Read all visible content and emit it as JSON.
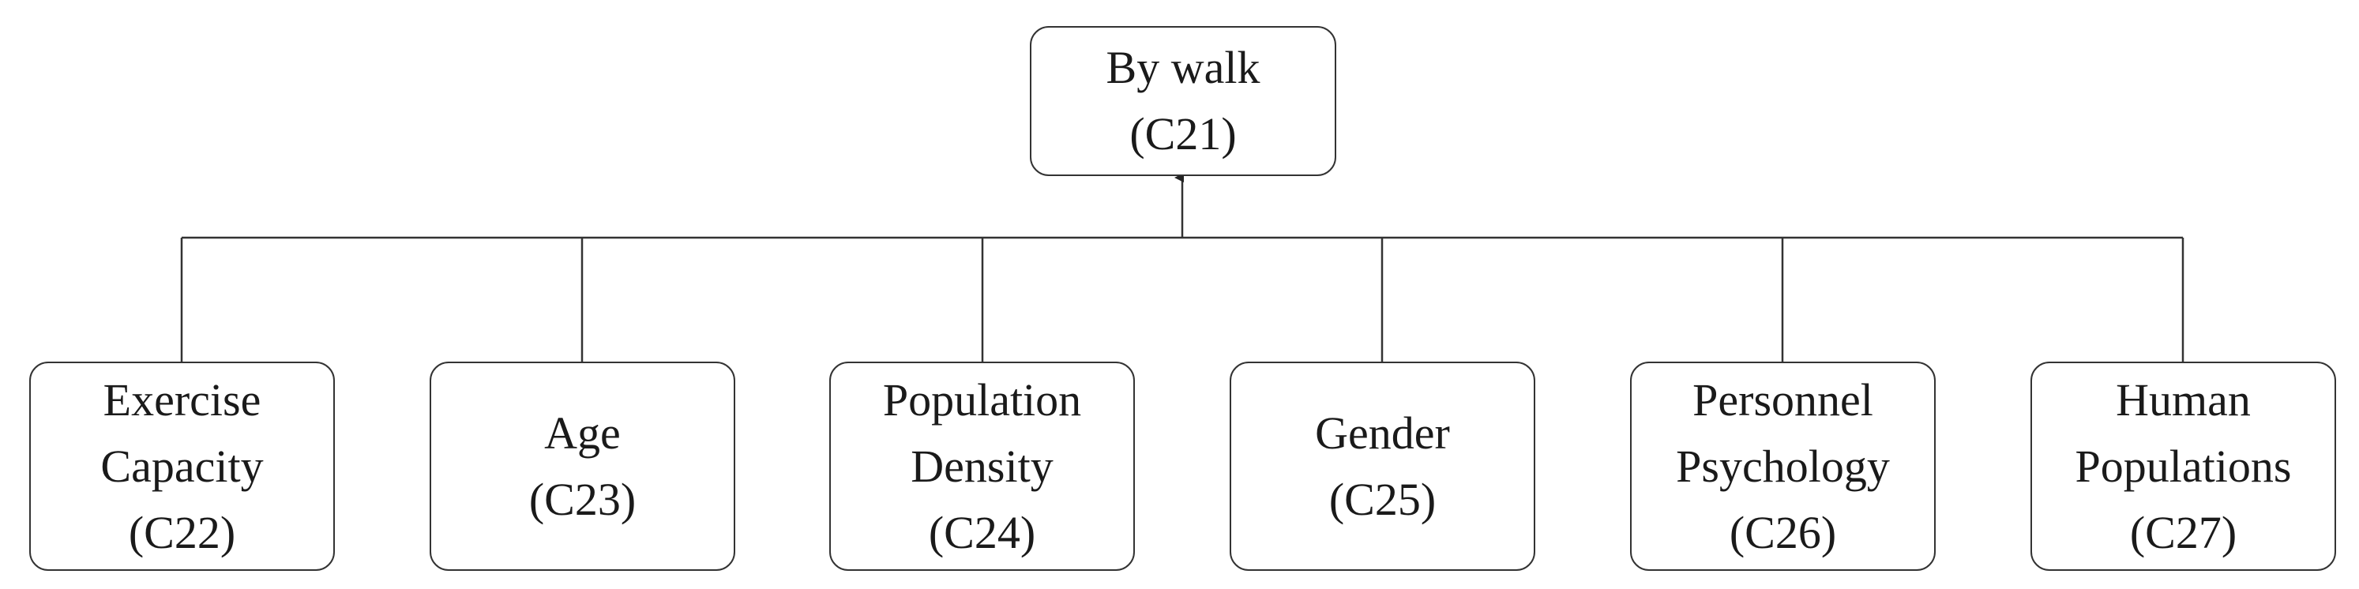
{
  "root": {
    "label": "By walk",
    "code": "(C21)"
  },
  "children": [
    {
      "lines": [
        "Exercise",
        "Capacity"
      ],
      "code": "(C22)"
    },
    {
      "lines": [
        "Age"
      ],
      "code": "(C23)"
    },
    {
      "lines": [
        "Population",
        "Density"
      ],
      "code": "(C24)"
    },
    {
      "lines": [
        "Gender"
      ],
      "code": "(C25)"
    },
    {
      "lines": [
        "Personnel",
        "Psychology"
      ],
      "code": "(C26)"
    },
    {
      "lines": [
        "Human",
        "Populations"
      ],
      "code": "(C27)"
    }
  ]
}
